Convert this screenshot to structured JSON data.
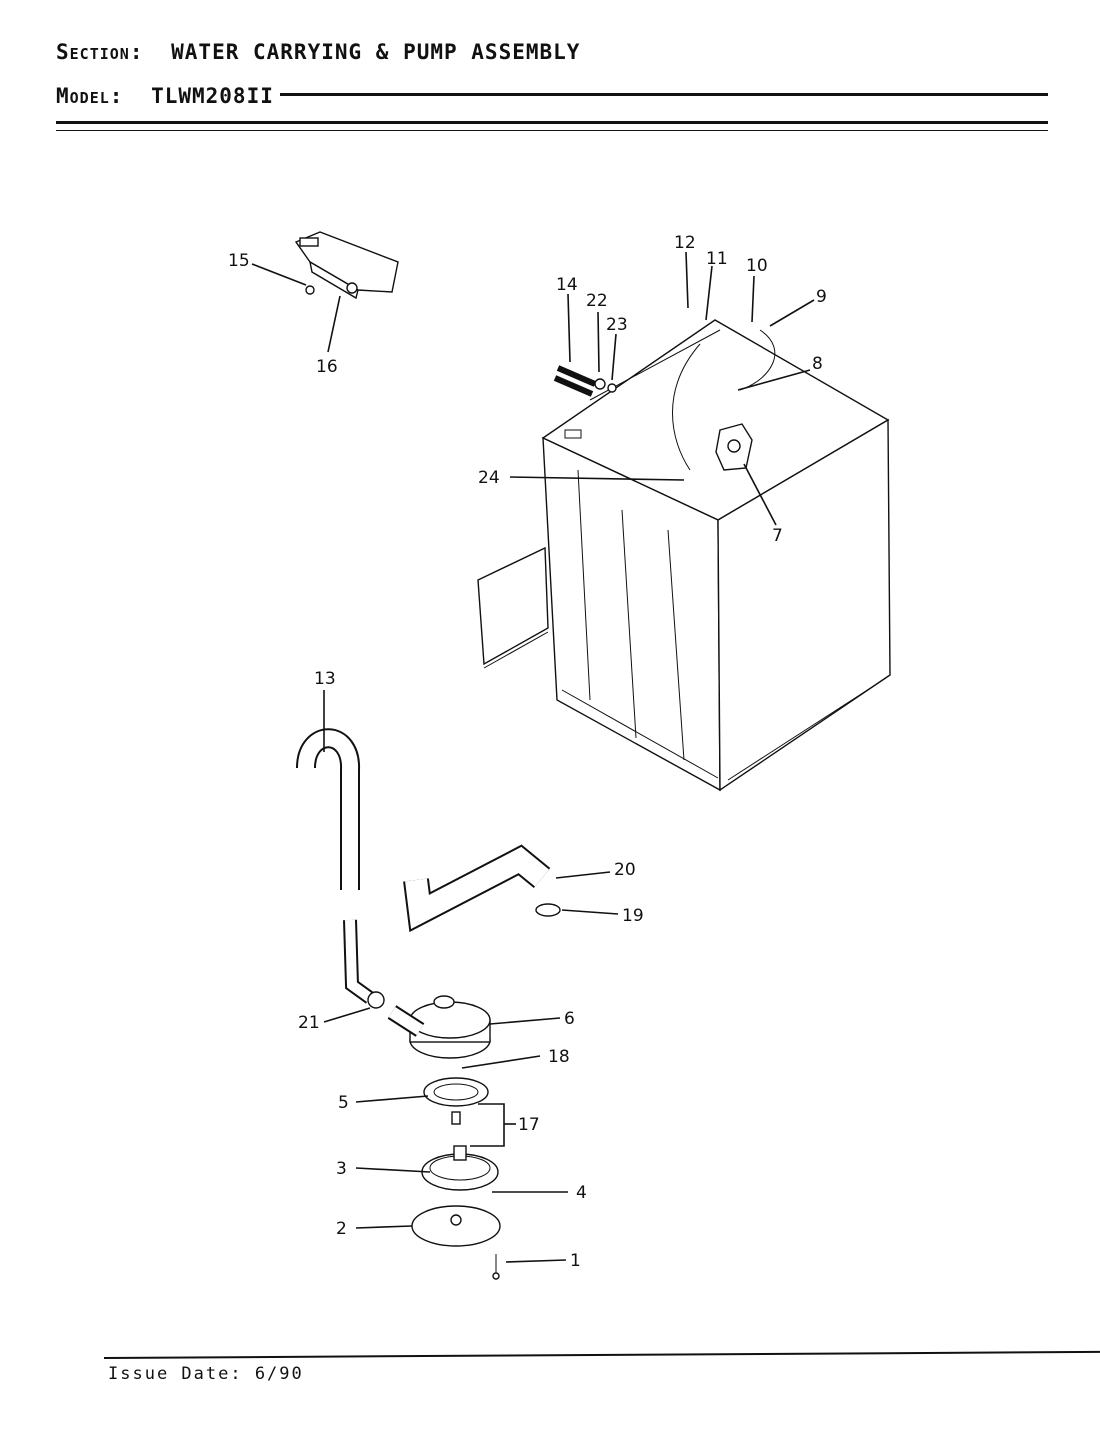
{
  "header": {
    "section_label": "Section:",
    "section_value": "WATER CARRYING & PUMP ASSEMBLY",
    "model_label": "Model:",
    "model_value": "TLWM208II"
  },
  "footer": {
    "issue_date": "Issue Date: 6/90"
  },
  "callouts": [
    "1",
    "2",
    "3",
    "4",
    "5",
    "6",
    "7",
    "8",
    "9",
    "10",
    "11",
    "12",
    "13",
    "14",
    "15",
    "16",
    "17",
    "18",
    "19",
    "20",
    "21",
    "22",
    "23",
    "24"
  ]
}
